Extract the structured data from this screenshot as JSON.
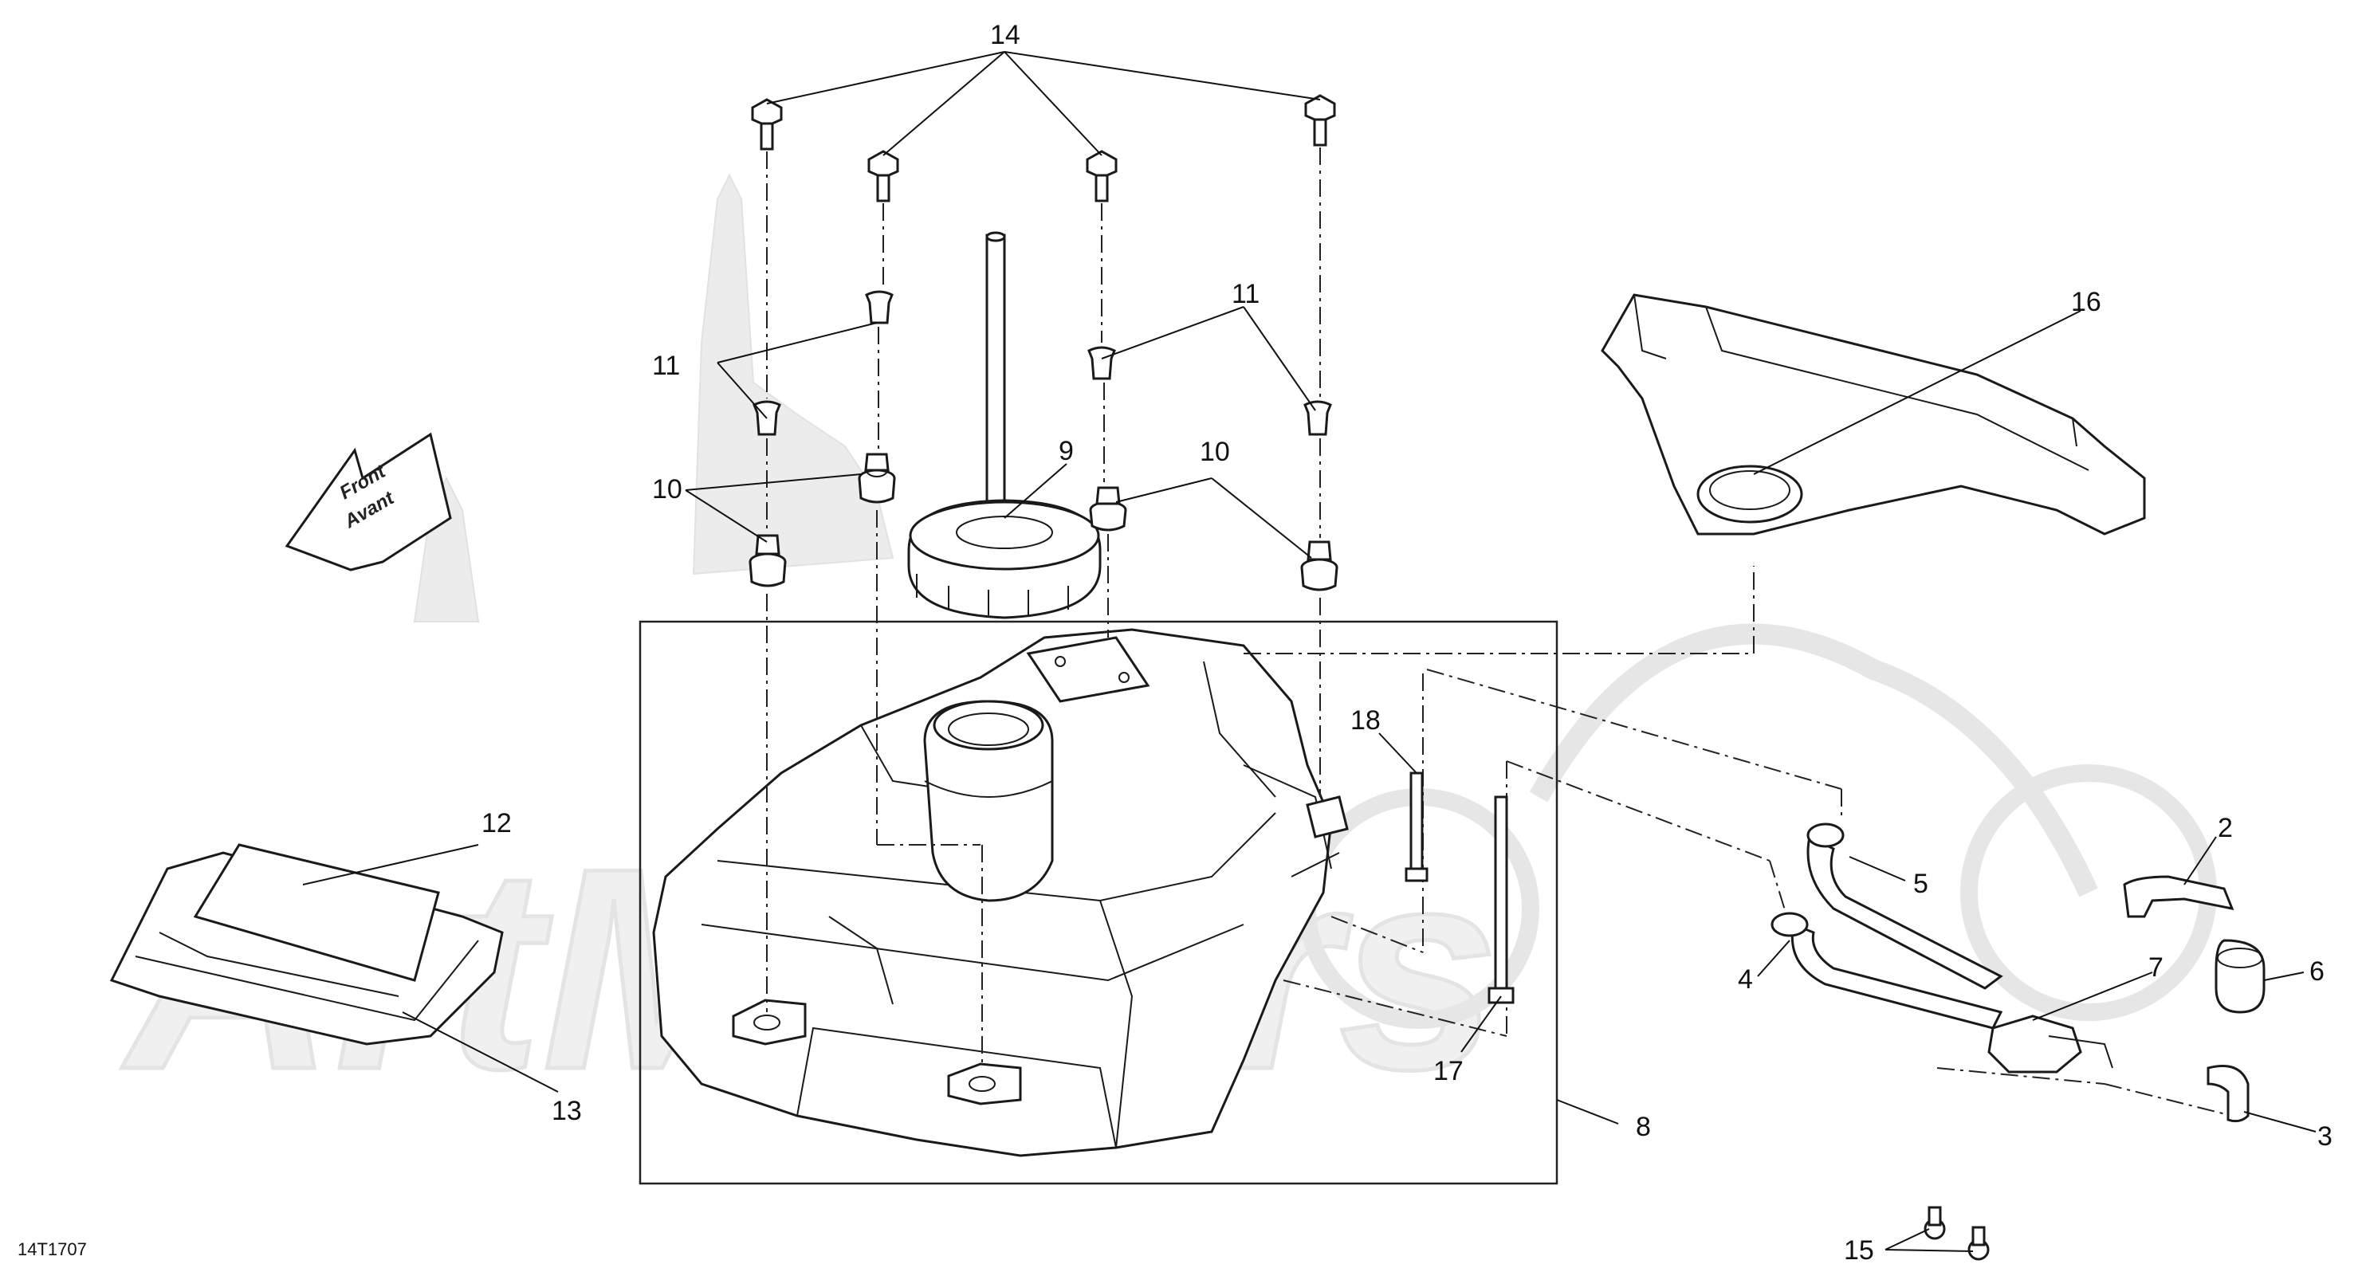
{
  "diagram": {
    "reference_code": "14T1707",
    "front_label": "Front",
    "front_label_alt": "Avant",
    "callouts": [
      {
        "id": "c1",
        "label": "14"
      },
      {
        "id": "c2",
        "label": "11"
      },
      {
        "id": "c3",
        "label": "11"
      },
      {
        "id": "c4",
        "label": "10"
      },
      {
        "id": "c5",
        "label": "10"
      },
      {
        "id": "c6",
        "label": "9"
      },
      {
        "id": "c7",
        "label": "16"
      },
      {
        "id": "c8",
        "label": "18"
      },
      {
        "id": "c9",
        "label": "12"
      },
      {
        "id": "c10",
        "label": "13"
      },
      {
        "id": "c11",
        "label": "8"
      },
      {
        "id": "c12",
        "label": "17"
      },
      {
        "id": "c13",
        "label": "5"
      },
      {
        "id": "c14",
        "label": "4"
      },
      {
        "id": "c15",
        "label": "2"
      },
      {
        "id": "c16",
        "label": "7"
      },
      {
        "id": "c17",
        "label": "6"
      },
      {
        "id": "c18",
        "label": "3"
      },
      {
        "id": "c19",
        "label": "15"
      }
    ]
  }
}
